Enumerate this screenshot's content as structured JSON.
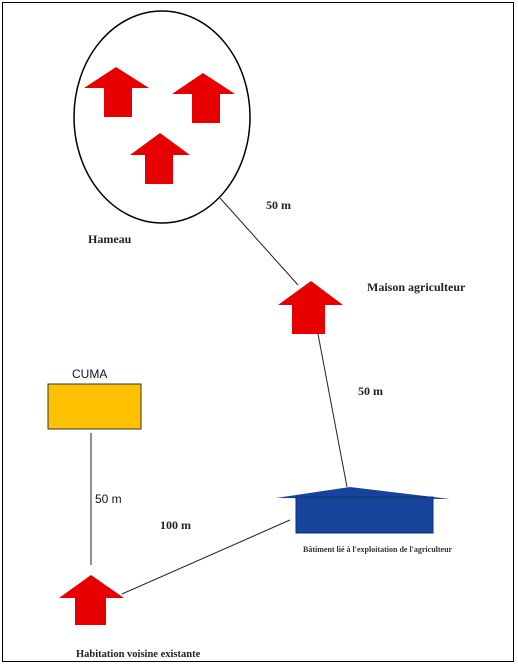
{
  "labels": {
    "hameau": "Hameau",
    "maison": "Maison agriculteur",
    "cuma": "CUMA",
    "batiment": "Bâtiment lié à l'exploitation de l'agriculteur",
    "habitation": "Habitation voisine existante"
  },
  "distances": {
    "hameau_maison": "50 m",
    "maison_batiment": "50 m",
    "cuma_habitation": "50 m",
    "batiment_habitation": "100 m"
  },
  "colors": {
    "house": "#e60000",
    "cuma": "#ffc000",
    "building": "#17449a"
  },
  "icons": {
    "house": "house-icon",
    "building": "farm-building-icon"
  }
}
